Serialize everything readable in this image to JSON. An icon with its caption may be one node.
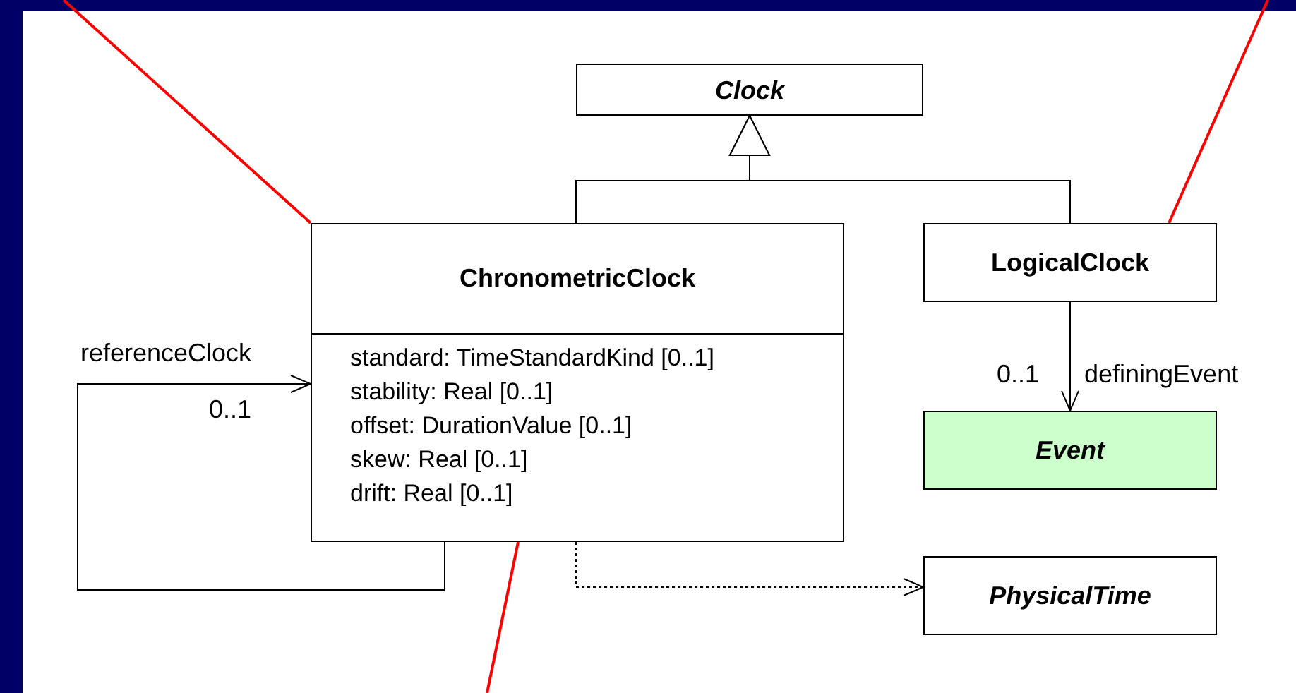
{
  "diagram": {
    "nodes": [
      {
        "text": [
          "Clock"
        ]
      },
      {
        "text": [
          "ChronometricClock",
          "standard: TimeStandardKind [0..1]",
          "stability: Real [0..1]",
          "offset: DurationValue [0..1]",
          "skew: Real [0..1]",
          "drift: Real [0..1]"
        ]
      },
      {
        "text": [
          "LogicalClock"
        ]
      },
      {
        "text": [
          "Event"
        ]
      },
      {
        "text": [
          "PhysicalTime"
        ]
      }
    ],
    "edges": [
      {
        "from": 1,
        "to": 0,
        "arrow": "to"
      },
      {
        "from": 2,
        "to": 0,
        "arrow": "to"
      },
      {
        "from": 1,
        "to": 1,
        "arrow": "to",
        "label": "referenceClock"
      },
      {
        "from": 2,
        "to": 3,
        "arrow": "to",
        "label": "definingEvent"
      },
      {
        "from": 1,
        "to": 4,
        "arrow": "to",
        "style": "dashed"
      },
      {
        "from": null,
        "to": 1,
        "arrow": "none",
        "color": "#ff0000"
      },
      {
        "from": null,
        "to": 2,
        "arrow": "none",
        "color": "#ff0000"
      },
      {
        "from": null,
        "to": 1,
        "arrow": "none",
        "color": "#ff0000"
      }
    ],
    "labels": [
      "0..1",
      "0..1"
    ]
  }
}
